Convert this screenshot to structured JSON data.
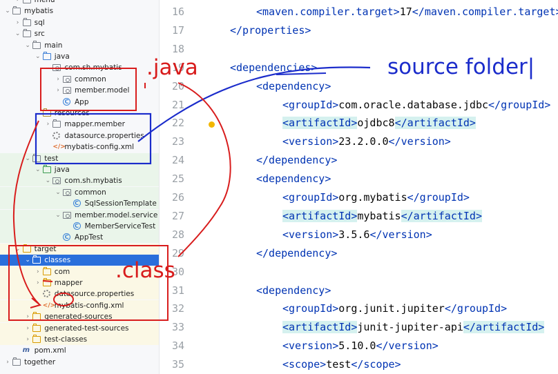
{
  "project_tree": {
    "items": [
      {
        "label": "menu",
        "kind": "folder",
        "depth": 1,
        "expanded": false
      },
      {
        "label": "mybatis",
        "kind": "folder",
        "depth": 0,
        "expanded": true
      },
      {
        "label": "sql",
        "kind": "folder",
        "depth": 1,
        "expanded": false
      },
      {
        "label": "src",
        "kind": "folder",
        "depth": 1,
        "expanded": true
      },
      {
        "label": "main",
        "kind": "folder",
        "depth": 2,
        "expanded": true
      },
      {
        "label": "java",
        "kind": "source-folder",
        "depth": 3,
        "expanded": true
      },
      {
        "label": "com.sh.mybatis",
        "kind": "package",
        "depth": 4,
        "expanded": true
      },
      {
        "label": "common",
        "kind": "package",
        "depth": 5,
        "expanded": false
      },
      {
        "label": "member.model",
        "kind": "package",
        "depth": 5,
        "expanded": false
      },
      {
        "label": "App",
        "kind": "class",
        "depth": 5
      },
      {
        "label": "resources",
        "kind": "resources-folder",
        "depth": 3,
        "expanded": true
      },
      {
        "label": "mapper.member",
        "kind": "folder",
        "depth": 4,
        "expanded": false
      },
      {
        "label": "datasource.properties",
        "kind": "properties",
        "depth": 4
      },
      {
        "label": "mybatis-config.xml",
        "kind": "xml",
        "depth": 4
      },
      {
        "label": "test",
        "kind": "folder",
        "depth": 2,
        "expanded": true
      },
      {
        "label": "java",
        "kind": "test-folder",
        "depth": 3,
        "expanded": true
      },
      {
        "label": "com.sh.mybatis",
        "kind": "package",
        "depth": 4,
        "expanded": true
      },
      {
        "label": "common",
        "kind": "package",
        "depth": 5,
        "expanded": true
      },
      {
        "label": "SqlSessionTemplate",
        "kind": "class",
        "depth": 6
      },
      {
        "label": "member.model.service",
        "kind": "package",
        "depth": 5,
        "expanded": true
      },
      {
        "label": "MemberServiceTest",
        "kind": "class",
        "depth": 6
      },
      {
        "label": "AppTest",
        "kind": "class",
        "depth": 5
      },
      {
        "label": "target",
        "kind": "excluded-folder",
        "depth": 1,
        "expanded": true
      },
      {
        "label": "classes",
        "kind": "excluded-folder",
        "depth": 2,
        "expanded": true,
        "selected": true
      },
      {
        "label": "com",
        "kind": "excluded-folder",
        "depth": 3,
        "expanded": false
      },
      {
        "label": "mapper",
        "kind": "excluded-folder",
        "depth": 3,
        "expanded": false
      },
      {
        "label": "datasource.properties",
        "kind": "properties",
        "depth": 3
      },
      {
        "label": "mybatis-config.xml",
        "kind": "xml",
        "depth": 3
      },
      {
        "label": "generated-sources",
        "kind": "excluded-folder",
        "depth": 2,
        "expanded": false
      },
      {
        "label": "generated-test-sources",
        "kind": "excluded-folder",
        "depth": 2,
        "expanded": false
      },
      {
        "label": "test-classes",
        "kind": "excluded-folder",
        "depth": 2,
        "expanded": false
      },
      {
        "label": "pom.xml",
        "kind": "maven",
        "depth": 1
      },
      {
        "label": "together",
        "kind": "folder",
        "depth": 0,
        "expanded": false
      }
    ]
  },
  "editor": {
    "lines": [
      {
        "n": "16",
        "indent": 2,
        "segs": [
          [
            "tag",
            "<maven.compiler.target>"
          ],
          [
            "txt",
            "17"
          ],
          [
            "tag",
            "</maven.compiler.target>"
          ]
        ]
      },
      {
        "n": "17",
        "indent": 1,
        "segs": [
          [
            "tag",
            "</properties>"
          ]
        ]
      },
      {
        "n": "18",
        "indent": 0,
        "segs": []
      },
      {
        "n": "19",
        "indent": 1,
        "segs": [
          [
            "tag",
            "<dependencies>"
          ]
        ]
      },
      {
        "n": "20",
        "indent": 2,
        "segs": [
          [
            "tag",
            "<dependency>"
          ]
        ]
      },
      {
        "n": "21",
        "indent": 3,
        "segs": [
          [
            "tag",
            "<groupId>"
          ],
          [
            "txt",
            "com.oracle.database.jdbc"
          ],
          [
            "tag",
            "</groupId>"
          ]
        ]
      },
      {
        "n": "22",
        "indent": 3,
        "segs": [
          [
            "tagh",
            "<artifactId>"
          ],
          [
            "txt",
            "ojdbc8"
          ],
          [
            "tagh",
            "</artifactId>"
          ]
        ]
      },
      {
        "n": "23",
        "indent": 3,
        "segs": [
          [
            "tag",
            "<version>"
          ],
          [
            "txt",
            "23.2.0.0"
          ],
          [
            "tag",
            "</version>"
          ]
        ]
      },
      {
        "n": "24",
        "indent": 2,
        "segs": [
          [
            "tag",
            "</dependency>"
          ]
        ]
      },
      {
        "n": "25",
        "indent": 2,
        "segs": [
          [
            "tag",
            "<dependency>"
          ]
        ]
      },
      {
        "n": "26",
        "indent": 3,
        "segs": [
          [
            "tag",
            "<groupId>"
          ],
          [
            "txt",
            "org.mybatis"
          ],
          [
            "tag",
            "</groupId>"
          ]
        ]
      },
      {
        "n": "27",
        "indent": 3,
        "segs": [
          [
            "tagh",
            "<artifactId>"
          ],
          [
            "txt",
            "mybatis"
          ],
          [
            "tagh",
            "</artifactId>"
          ]
        ]
      },
      {
        "n": "28",
        "indent": 3,
        "segs": [
          [
            "tag",
            "<version>"
          ],
          [
            "txt",
            "3.5.6"
          ],
          [
            "tag",
            "</version>"
          ]
        ]
      },
      {
        "n": "29",
        "indent": 2,
        "segs": [
          [
            "tag",
            "</dependency>"
          ]
        ]
      },
      {
        "n": "30",
        "indent": 0,
        "segs": []
      },
      {
        "n": "31",
        "indent": 2,
        "segs": [
          [
            "tag",
            "<dependency>"
          ]
        ]
      },
      {
        "n": "32",
        "indent": 3,
        "segs": [
          [
            "tag",
            "<groupId>"
          ],
          [
            "txt",
            "org.junit.jupiter"
          ],
          [
            "tag",
            "</groupId>"
          ]
        ]
      },
      {
        "n": "33",
        "indent": 3,
        "segs": [
          [
            "tagh",
            "<artifactId>"
          ],
          [
            "txt",
            "junit-jupiter-api"
          ],
          [
            "tagh",
            "</artifactId>"
          ]
        ]
      },
      {
        "n": "34",
        "indent": 3,
        "segs": [
          [
            "tag",
            "<version>"
          ],
          [
            "txt",
            "5.10.0"
          ],
          [
            "tag",
            "</version>"
          ]
        ]
      },
      {
        "n": "35",
        "indent": 3,
        "segs": [
          [
            "tag",
            "<scope>"
          ],
          [
            "txt",
            "test"
          ],
          [
            "tag",
            "</scope>"
          ]
        ]
      }
    ]
  },
  "annotations": {
    "java_label": ".java",
    "class_label": ".class",
    "source_label": "source folder|",
    "colors": {
      "red": "#d81c1c",
      "blue": "#1b2ccb"
    }
  },
  "colors": {
    "tag": "#0033b3",
    "text": "#080808",
    "line_number": "#9aa0a6",
    "selection": "#2a6fdb",
    "artifact_highlight": "#d5f1ef"
  }
}
